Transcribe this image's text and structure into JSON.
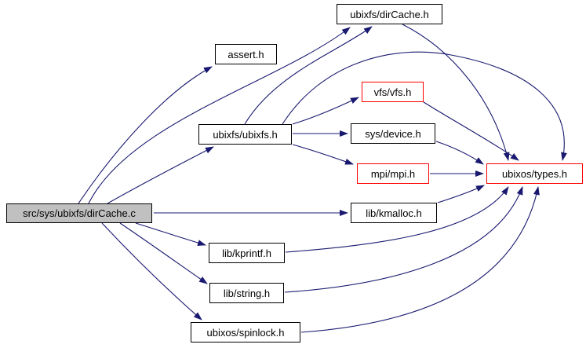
{
  "diagram": {
    "type": "include-dependency-graph",
    "background_color": "#ffffff",
    "edge_color": "#191970",
    "highlight_border_color": "#ff0000",
    "normal_border_color": "#000000",
    "main_node_fill": "#c0c0c0",
    "nodes": [
      {
        "id": "dircache-c",
        "label": "src/sys/ubixfs/dirCache.c",
        "kind": "source-file",
        "fill": "#c0c0c0",
        "border": "#000000"
      },
      {
        "id": "assert-h",
        "label": "assert.h",
        "kind": "header",
        "fill": "#ffffff",
        "border": "#000000"
      },
      {
        "id": "dircache-h",
        "label": "ubixfs/dirCache.h",
        "kind": "header",
        "fill": "#ffffff",
        "border": "#000000"
      },
      {
        "id": "vfs-h",
        "label": "vfs/vfs.h",
        "kind": "header-linked",
        "fill": "#ffffff",
        "border": "#ff0000"
      },
      {
        "id": "ubixfs-h",
        "label": "ubixfs/ubixfs.h",
        "kind": "header",
        "fill": "#ffffff",
        "border": "#000000"
      },
      {
        "id": "device-h",
        "label": "sys/device.h",
        "kind": "header",
        "fill": "#ffffff",
        "border": "#000000"
      },
      {
        "id": "mpi-h",
        "label": "mpi/mpi.h",
        "kind": "header-linked",
        "fill": "#ffffff",
        "border": "#ff0000"
      },
      {
        "id": "types-h",
        "label": "ubixos/types.h",
        "kind": "header-linked",
        "fill": "#ffffff",
        "border": "#ff0000"
      },
      {
        "id": "kmalloc-h",
        "label": "lib/kmalloc.h",
        "kind": "header",
        "fill": "#ffffff",
        "border": "#000000"
      },
      {
        "id": "kprintf-h",
        "label": "lib/kprintf.h",
        "kind": "header",
        "fill": "#ffffff",
        "border": "#000000"
      },
      {
        "id": "string-h",
        "label": "lib/string.h",
        "kind": "header",
        "fill": "#ffffff",
        "border": "#000000"
      },
      {
        "id": "spinlock-h",
        "label": "ubixos/spinlock.h",
        "kind": "header",
        "fill": "#ffffff",
        "border": "#000000"
      }
    ],
    "edges": [
      {
        "from": "dircache-c",
        "to": "assert-h"
      },
      {
        "from": "dircache-c",
        "to": "dircache-h"
      },
      {
        "from": "dircache-c",
        "to": "ubixfs-h"
      },
      {
        "from": "dircache-c",
        "to": "kmalloc-h"
      },
      {
        "from": "dircache-c",
        "to": "kprintf-h"
      },
      {
        "from": "dircache-c",
        "to": "string-h"
      },
      {
        "from": "dircache-c",
        "to": "spinlock-h"
      },
      {
        "from": "ubixfs-h",
        "to": "dircache-h"
      },
      {
        "from": "ubixfs-h",
        "to": "vfs-h"
      },
      {
        "from": "ubixfs-h",
        "to": "device-h"
      },
      {
        "from": "ubixfs-h",
        "to": "mpi-h"
      },
      {
        "from": "ubixfs-h",
        "to": "types-h"
      },
      {
        "from": "dircache-h",
        "to": "types-h"
      },
      {
        "from": "vfs-h",
        "to": "types-h"
      },
      {
        "from": "device-h",
        "to": "types-h"
      },
      {
        "from": "mpi-h",
        "to": "types-h"
      },
      {
        "from": "kmalloc-h",
        "to": "types-h"
      },
      {
        "from": "kprintf-h",
        "to": "types-h"
      },
      {
        "from": "string-h",
        "to": "types-h"
      },
      {
        "from": "spinlock-h",
        "to": "types-h"
      }
    ]
  }
}
